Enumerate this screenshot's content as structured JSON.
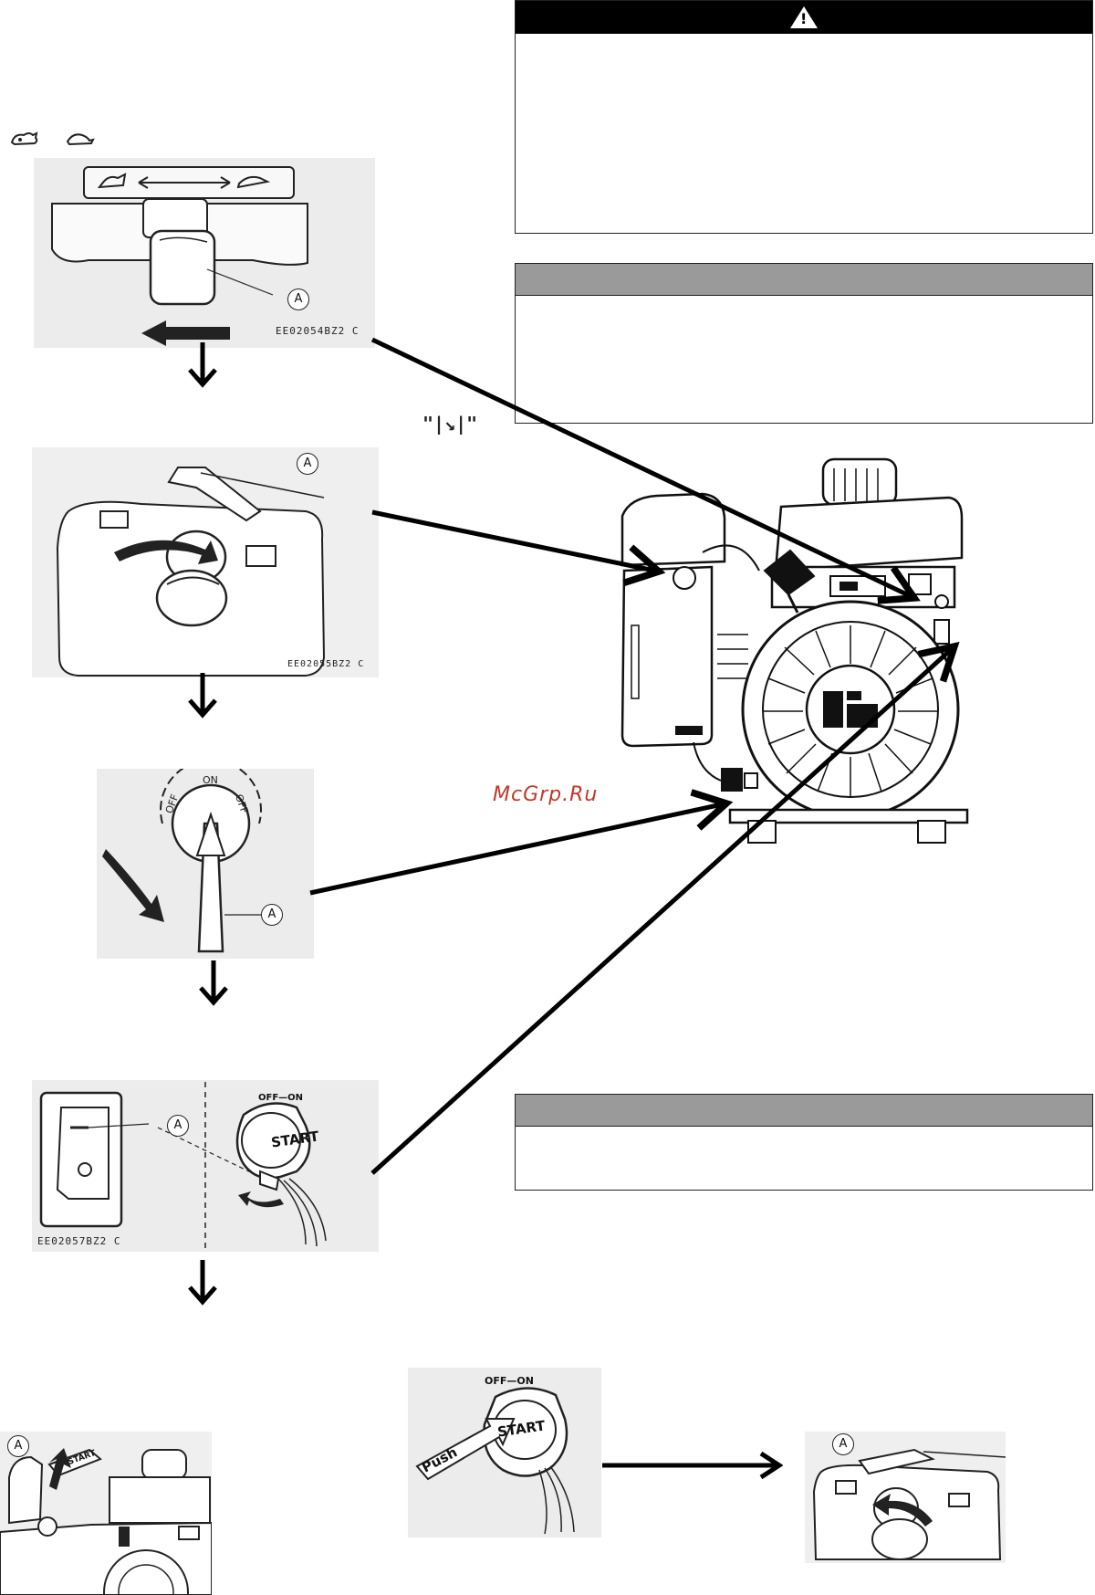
{
  "warning_box": {
    "icon": "warning-triangle-icon",
    "symbol": "!"
  },
  "notice_box_1": {},
  "notice_box_2": {},
  "choke_symbols": {
    "left": "rabbit-icon",
    "right": "turtle-icon"
  },
  "fuel_symbol": "\"|↘|\"",
  "watermark": "McGrp.Ru",
  "figures": {
    "choke": {
      "code": "EE02054BZ2 C",
      "callout": "A"
    },
    "fuel_valve": {
      "code": "EE02055BZ2 C",
      "callout": "A"
    },
    "engine_switch": {
      "callout": "A",
      "labels": [
        "OFF",
        "ON",
        "OFF"
      ]
    },
    "start_switch": {
      "code": "EE02057BZ2 C",
      "callout": "A",
      "key_label": "START",
      "dial": "OFF—ON"
    },
    "push_start": {
      "push": "Push",
      "key_label": "START",
      "dial": "OFF—ON"
    },
    "recoil": {
      "callout": "A",
      "handle": "START"
    },
    "fuel_valve_close": {
      "callout": "A"
    }
  }
}
